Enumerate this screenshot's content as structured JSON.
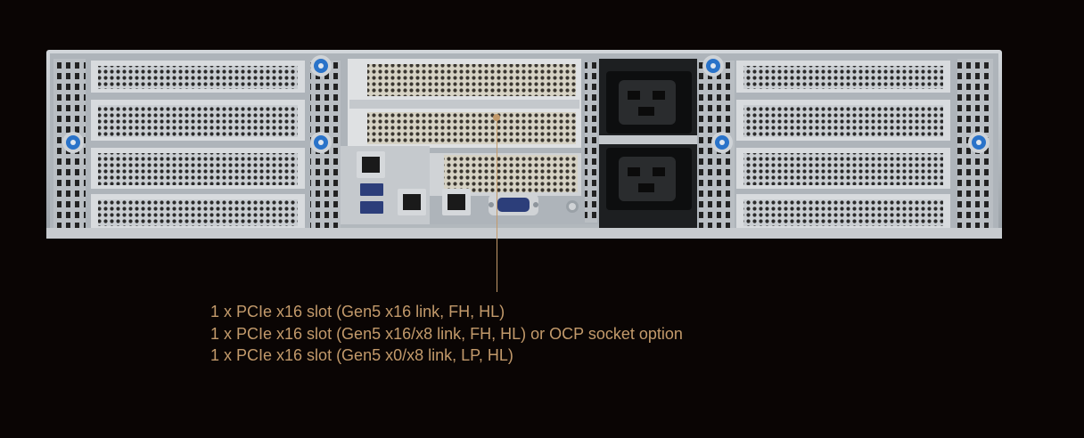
{
  "colors": {
    "background": "#0a0504",
    "accent": "#c39a6b",
    "chassis": "#b9bec3",
    "chassis_dark": "#8d949b",
    "screw": "#2a73c9",
    "port": "#2c3e7a"
  },
  "icons": {
    "thumbscrew": "thumbscrew-icon",
    "power_socket": "power-socket-icon",
    "usb_port": "usb-port-icon",
    "rj45_port": "rj45-port-icon",
    "vga_port": "vga-port-icon"
  },
  "callout": {
    "lines": [
      "1 x PCIe x16 slot (Gen5 x16 link, FH, HL)",
      "1 x PCIe x16 slot (Gen5 x16/x8 link, FH, HL) or OCP socket option",
      "1 x PCIe x16 slot (Gen5 x0/x8 link, LP, HL)"
    ]
  }
}
